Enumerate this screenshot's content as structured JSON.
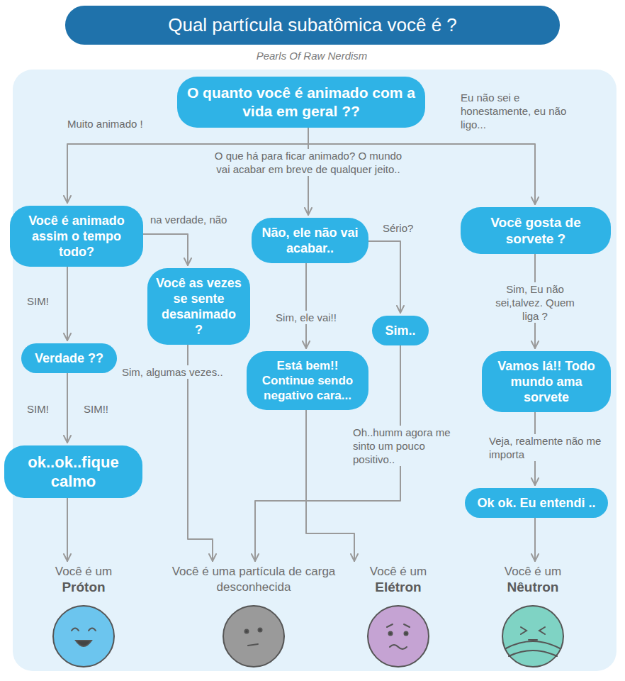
{
  "diagram": {
    "title": "Qual partícula subatômica você é ?",
    "nodes": [
      {
        "text": [
          "O quanto você é animado com a vida em geral ??"
        ]
      },
      {
        "text": [
          "Você é animado assim o tempo todo?"
        ]
      },
      {
        "text": [
          "Não, ele não vai acabar.."
        ]
      },
      {
        "text": [
          "Você gosta de sorvete ?"
        ]
      },
      {
        "text": [
          "Você as vezes se sente desanimado ?"
        ]
      },
      {
        "text": [
          "Sim.."
        ]
      },
      {
        "text": [
          "Verdade ??"
        ]
      },
      {
        "text": [
          "Está bem!! Continue sendo negativo cara..."
        ]
      },
      {
        "text": [
          "Vamos lá!! Todo mundo ama sorvete"
        ]
      },
      {
        "text": [
          "ok..ok..fique calmo"
        ]
      },
      {
        "text": [
          "Ok ok. Eu entendi .."
        ]
      },
      {
        "text": [
          "Você é um",
          "Próton"
        ]
      },
      {
        "text": [
          "Você é uma partícula de carga desconhecida"
        ]
      },
      {
        "text": [
          "Você é um",
          "Elétron"
        ]
      },
      {
        "text": [
          "Você é um",
          "Nêutron"
        ]
      }
    ],
    "edges": [
      {
        "from": 0,
        "to": 1,
        "label": "Muito animado !",
        "arrow": "to"
      },
      {
        "from": 0,
        "to": 2,
        "label": "O que há para ficar animado? O mundo vai acabar em breve de qualquer jeito..",
        "arrow": "to"
      },
      {
        "from": 0,
        "to": 3,
        "label": "Eu não sei e honestamente, eu não ligo...",
        "arrow": "to"
      },
      {
        "from": 1,
        "to": 4,
        "label": "na verdade, não",
        "arrow": "to"
      },
      {
        "from": 1,
        "to": 6,
        "label": "SIM!",
        "arrow": "to"
      },
      {
        "from": 2,
        "to": 7,
        "label": "Sim, ele vai!!",
        "arrow": "to"
      },
      {
        "from": 2,
        "to": 5,
        "label": "Sério?",
        "arrow": "to"
      },
      {
        "from": 3,
        "to": 8,
        "label": "Sim, Eu não sei,talvez. Quem liga ?",
        "arrow": "to"
      },
      {
        "from": 4,
        "to": 12,
        "label": "Sim, algumas vezes..",
        "arrow": "to"
      },
      {
        "from": 6,
        "to": 9,
        "label": "SIM!",
        "arrow": "to"
      },
      {
        "from": 7,
        "to": 13,
        "arrow": "to"
      },
      {
        "from": 5,
        "to": 12,
        "label": "Oh..humm agora me sinto um pouco positivo..",
        "arrow": "to"
      },
      {
        "from": 8,
        "to": 10,
        "label": "Veja, realmente não me importa",
        "arrow": "to"
      },
      {
        "from": 9,
        "to": 11,
        "arrow": "to"
      },
      {
        "from": 10,
        "to": 14,
        "arrow": "to"
      }
    ],
    "labels": [
      "Pearls Of Raw Nerdism",
      "SIM!!"
    ]
  }
}
